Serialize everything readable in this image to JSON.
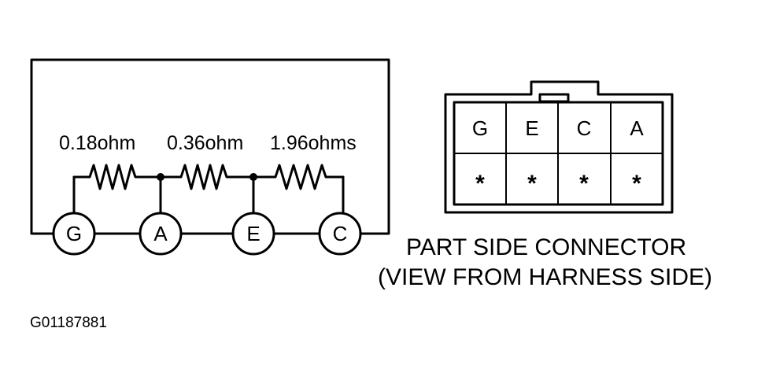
{
  "circuit": {
    "resistors": [
      {
        "label": "0.18ohm"
      },
      {
        "label": "0.36ohm"
      },
      {
        "label": "1.96ohms"
      }
    ],
    "terminals": [
      "G",
      "A",
      "E",
      "C"
    ]
  },
  "connector": {
    "top_row": [
      "G",
      "E",
      "C",
      "A"
    ],
    "bottom_row": [
      "*",
      "*",
      "*",
      "*"
    ],
    "caption_line1": "PART SIDE CONNECTOR",
    "caption_line2": "(VIEW FROM HARNESS SIDE)"
  },
  "figure_id": "G01187881"
}
